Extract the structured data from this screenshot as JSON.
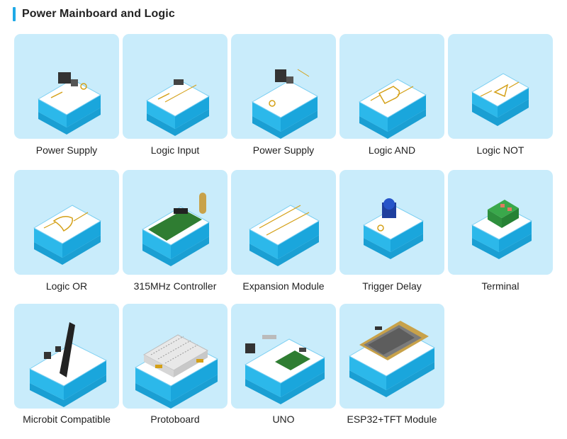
{
  "section": {
    "title": "Power Mainboard and Logic",
    "accent_color": "#1fa9e6"
  },
  "modules": [
    {
      "label": "Power Supply",
      "icon": "power-supply-module-icon"
    },
    {
      "label": "Logic Input",
      "icon": "logic-input-module-icon"
    },
    {
      "label": "Power Supply",
      "icon": "power-supply-module-icon"
    },
    {
      "label": "Logic AND",
      "icon": "logic-and-module-icon"
    },
    {
      "label": "Logic NOT",
      "icon": "logic-not-module-icon"
    },
    {
      "label": "Logic OR",
      "icon": "logic-or-module-icon"
    },
    {
      "label": "315MHz Controller",
      "icon": "rf-controller-module-icon"
    },
    {
      "label": "Expansion Module",
      "icon": "expansion-module-icon"
    },
    {
      "label": "Trigger Delay",
      "icon": "trigger-delay-module-icon"
    },
    {
      "label": "Terminal",
      "icon": "terminal-module-icon"
    },
    {
      "label": "Microbit Compatible",
      "icon": "microbit-board-icon"
    },
    {
      "label": "Protoboard",
      "icon": "protoboard-icon"
    },
    {
      "label": "UNO",
      "icon": "uno-board-icon"
    },
    {
      "label": "ESP32+TFT Module",
      "icon": "esp32-tft-module-icon"
    }
  ]
}
